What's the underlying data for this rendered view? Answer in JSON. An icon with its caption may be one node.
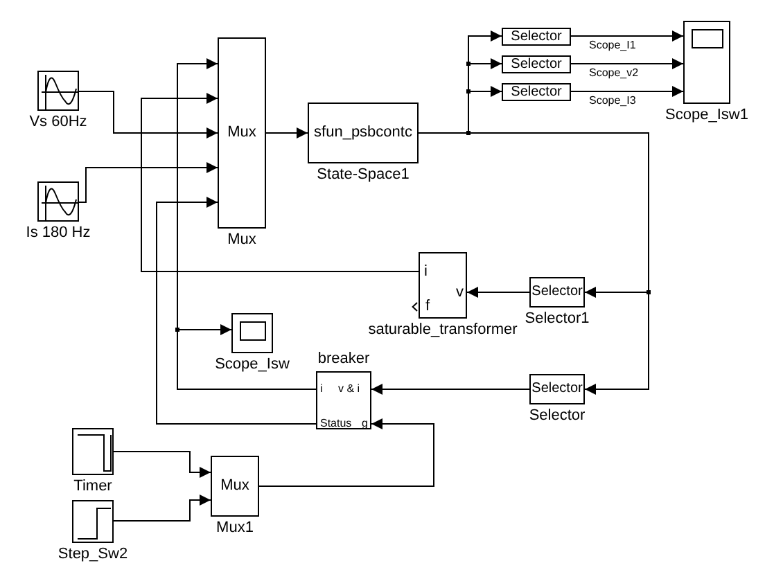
{
  "diagram": {
    "nodes": [
      {
        "text": [
          "Selector"
        ]
      },
      {
        "text": [
          "Selector"
        ]
      },
      {
        "text": [
          "Selector"
        ]
      },
      {
        "text": [
          "Scope_Isw1"
        ]
      },
      {
        "text": [
          "Mux",
          "Mux"
        ]
      },
      {
        "text": [
          "Vs 60Hz"
        ]
      },
      {
        "text": [
          "sfun_psbcontc",
          "State-Space1"
        ]
      },
      {
        "text": [
          "Is 180 Hz"
        ]
      },
      {
        "text": [
          "i",
          "v",
          "f",
          "saturable_transformer"
        ]
      },
      {
        "text": [
          "Selector",
          "Selector1"
        ]
      },
      {
        "text": [
          "Scope_Isw"
        ]
      },
      {
        "text": [
          "breaker",
          "i",
          "v & i",
          "Status",
          "g"
        ]
      },
      {
        "text": [
          "Selector",
          "Selector"
        ]
      },
      {
        "text": [
          "Timer"
        ]
      },
      {
        "text": [
          "Mux",
          "Mux1"
        ]
      },
      {
        "text": [
          "Step_Sw2"
        ]
      }
    ],
    "edges": [
      {
        "from": 5,
        "to": 4,
        "arrow": "to"
      },
      {
        "from": 7,
        "to": 4,
        "arrow": "to"
      },
      {
        "from": 8,
        "to": 4,
        "arrow": "to"
      },
      {
        "from": 11,
        "to": 4,
        "arrow": "to"
      },
      {
        "from": 11,
        "to": 10,
        "arrow": "to"
      },
      {
        "from": 11,
        "to": 4,
        "arrow": "to"
      },
      {
        "from": 4,
        "to": 6,
        "arrow": "to"
      },
      {
        "from": 6,
        "to": 0,
        "arrow": "to"
      },
      {
        "from": 6,
        "to": 1,
        "arrow": "to"
      },
      {
        "from": 6,
        "to": 2,
        "arrow": "to"
      },
      {
        "from": 0,
        "to": 3,
        "arrow": "to",
        "label": "Scope_I1"
      },
      {
        "from": 1,
        "to": 3,
        "arrow": "to",
        "label": "Scope_v2"
      },
      {
        "from": 2,
        "to": 3,
        "arrow": "to",
        "label": "Scope_I3"
      },
      {
        "from": 6,
        "to": 9,
        "arrow": "to"
      },
      {
        "from": 6,
        "to": 12,
        "arrow": "to"
      },
      {
        "from": 9,
        "to": 8,
        "arrow": "to"
      },
      {
        "from": 12,
        "to": 11,
        "arrow": "to"
      },
      {
        "from": 13,
        "to": 14,
        "arrow": "to"
      },
      {
        "from": 15,
        "to": 14,
        "arrow": "to"
      },
      {
        "from": 14,
        "to": 11,
        "arrow": "to"
      }
    ]
  }
}
